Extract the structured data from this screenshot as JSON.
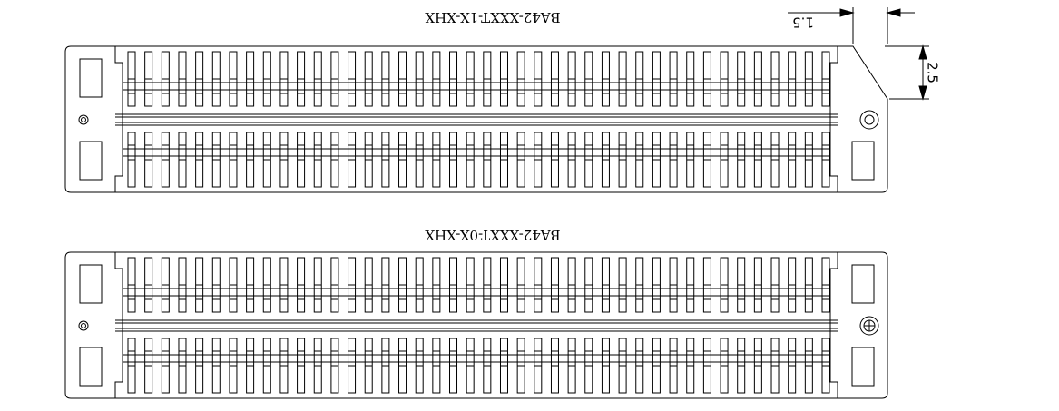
{
  "drawing": {
    "ink_color": "#000000",
    "background": "#ffffff",
    "connectors": [
      {
        "id": "top",
        "part_label": "BA42-XXXT-1X-XHX",
        "pin_pitch_note": "",
        "right_hole_symbol": "concentric-circles-icon",
        "left_hole_symbol": "concentric-circles-icon",
        "has_chamfer": true
      },
      {
        "id": "bottom",
        "part_label": "BA42-XXXT-0X-XHX",
        "right_hole_symbol": "crosshair-circle-icon",
        "left_hole_symbol": "concentric-circles-icon",
        "has_chamfer": false
      }
    ],
    "dimensions": {
      "chamfer_width": "1.5",
      "chamfer_height": "2.5"
    }
  }
}
